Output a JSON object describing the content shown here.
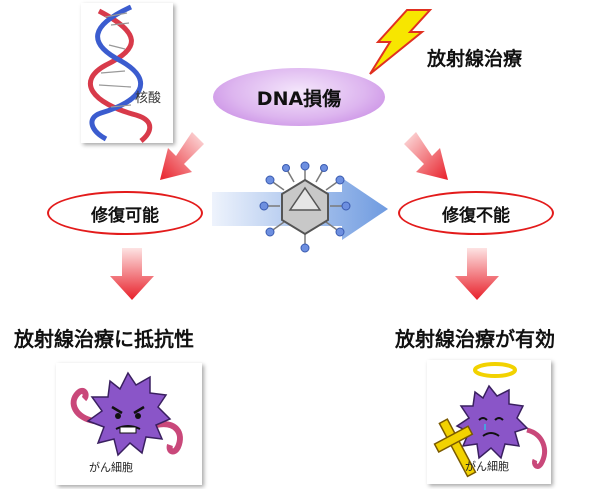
{
  "diagram": {
    "top_left_card_text": "核酸",
    "radiation_label": "放射線治療",
    "center_label": "DNA損傷",
    "left_oval_label": "修復可能",
    "right_oval_label": "修復不能",
    "left_result": "放射線治療に抵抗性",
    "right_result": "放射線治療が有効",
    "left_cell_label": "がん細胞",
    "right_cell_label": "がん細胞"
  },
  "colors": {
    "oval_border": "#e31b1b",
    "arrow_red": "#e8202a",
    "lightning": "#f7e600",
    "dna_oval": "#d9aff0",
    "big_arrow": "#6f9be0",
    "cell_purple": "#8a55c8",
    "tentacle_pink": "#c9487a"
  }
}
